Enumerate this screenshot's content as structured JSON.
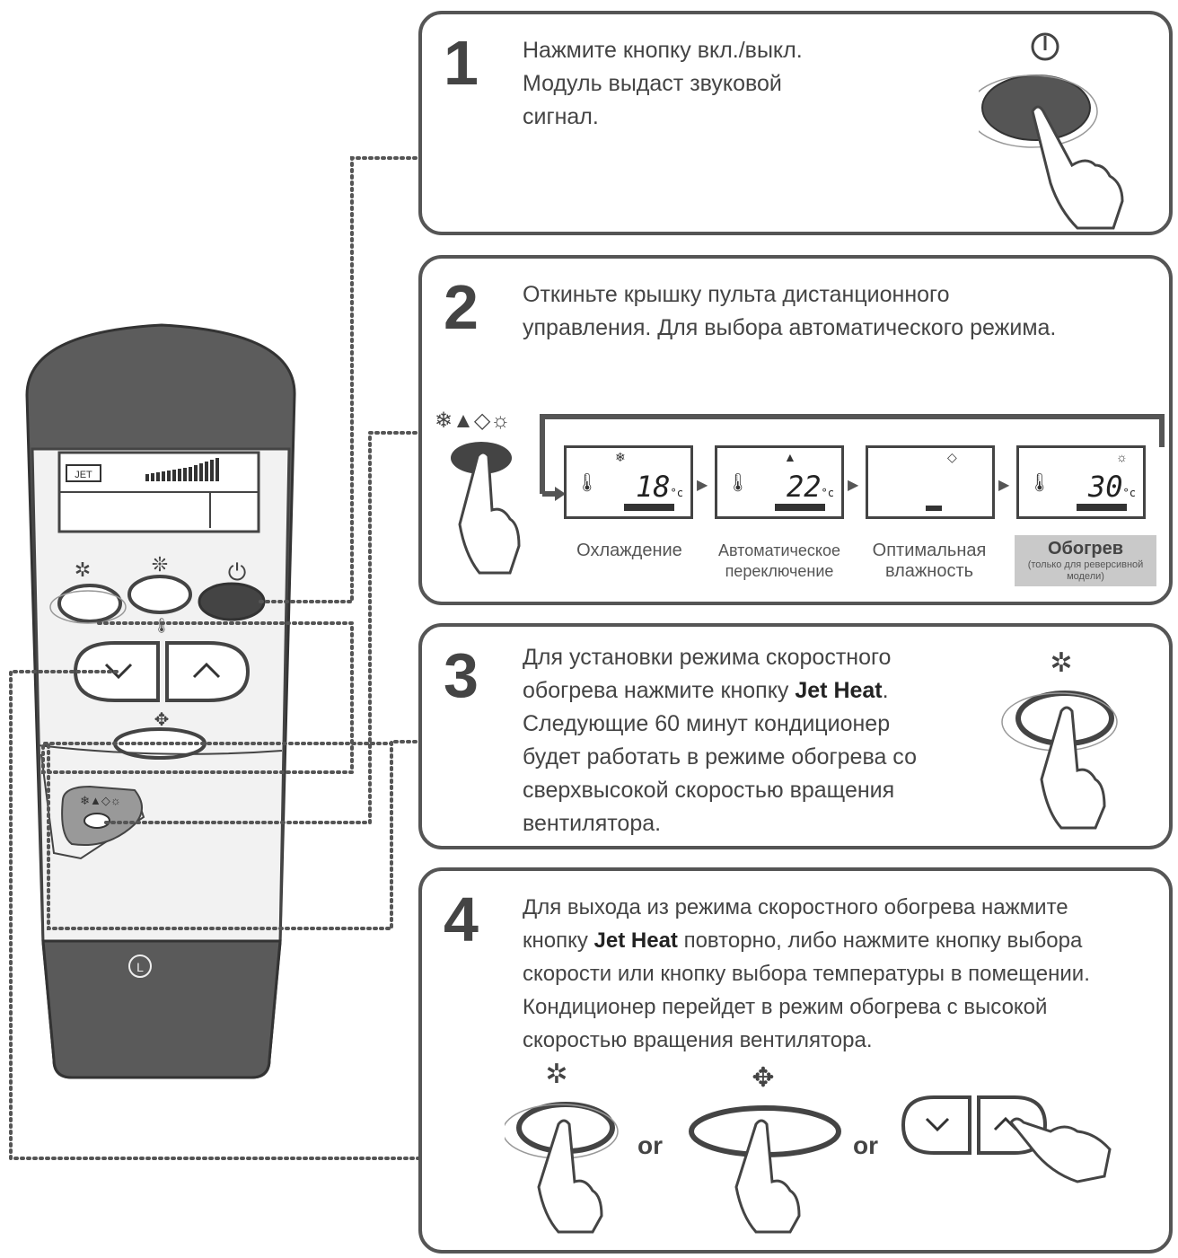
{
  "remote": {
    "jet_label": "JET"
  },
  "steps": [
    {
      "number": "1",
      "text_lines": [
        "Нажмите кнопку вкл./выкл.",
        "Модуль выдаст звуковой",
        "сигнал."
      ]
    },
    {
      "number": "2",
      "text_lines": [
        "Откиньте крышку пульта дистанционного",
        "управления. Для выбора автоматического режима."
      ],
      "modes": [
        {
          "label_lines": [
            "Охлаждение"
          ],
          "temperature": "18",
          "unit": "°c",
          "icon": "snowflake-icon"
        },
        {
          "label_lines": [
            "Автоматическое",
            "переключение"
          ],
          "temperature": "22",
          "unit": "°c",
          "icon": "auto-mode-icon"
        },
        {
          "label_lines": [
            "Оптимальная",
            "влажность"
          ],
          "temperature": "",
          "unit": "",
          "icon": "droplet-icon"
        },
        {
          "label_lines": [
            "Обогрев"
          ],
          "note_lines": [
            "(только для реверсивной",
            "модели)"
          ],
          "temperature": "30",
          "unit": "°c",
          "icon": "sun-icon",
          "highlighted": true
        }
      ]
    },
    {
      "number": "3",
      "text_before": "Для установки режима скоростного",
      "line2_prefix": "обогрева нажмите кнопку ",
      "line2_bold": "Jet Heat",
      "line2_suffix": ".",
      "text_after": [
        "Следующие 60 минут кондиционер",
        "будет работать в режиме обогрева со",
        "сверхвысокой скоростью вращения",
        "вентилятора."
      ]
    },
    {
      "number": "4",
      "line1": "Для выхода из режима скоростного обогрева нажмите",
      "line2_prefix": "кнопку ",
      "line2_bold": "Jet Heat",
      "line2_suffix": " повторно, либо нажмите кнопку выбора",
      "text_after": [
        "скорости или кнопку выбора температуры в помещении.",
        "Кондиционер перейдет в режим обогрева с высокой",
        "скоростью вращения вентилятора."
      ],
      "or_label": "or"
    }
  ],
  "colors": {
    "dark": "#555555",
    "button_dark": "#444444",
    "highlight": "#c9c9c9"
  }
}
